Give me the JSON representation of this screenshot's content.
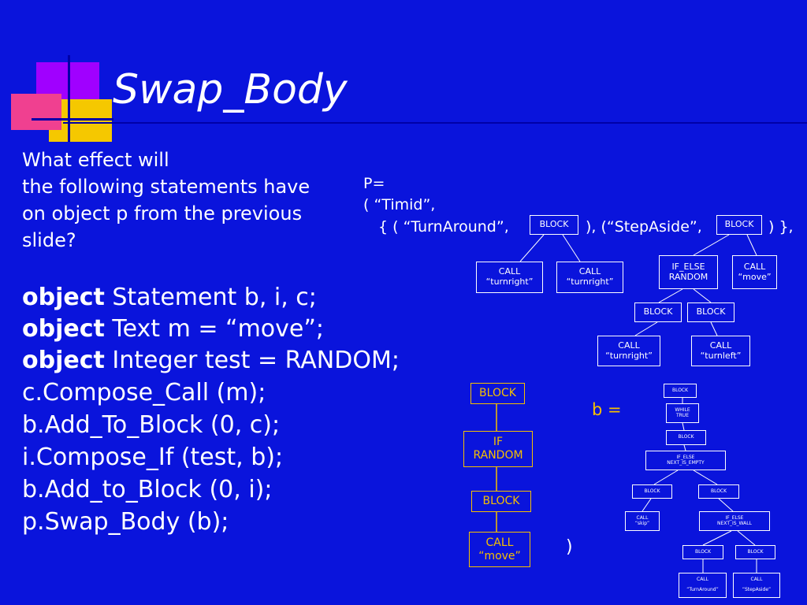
{
  "slide": {
    "title": "Swap_Body",
    "question": "What effect will\nthe following statements have\non object p from the previous\nslide?",
    "code": [
      {
        "kw": "object",
        "text": " Statement b, i, c;"
      },
      {
        "kw": "object",
        "text": " Text m = “move”;"
      },
      {
        "kw": "object",
        "text": " Integer test = RANDOM;"
      },
      {
        "kw": "",
        "text": "c.Compose_Call (m);"
      },
      {
        "kw": "",
        "text": "b.Add_To_Block (0, c);"
      },
      {
        "kw": "",
        "text": "i.Compose_If (test, b);"
      },
      {
        "kw": "",
        "text": "b.Add_to_Block (0, i);"
      },
      {
        "kw": "",
        "text": "p.Swap_Body (b);"
      }
    ]
  },
  "p_tree": {
    "line1": "P=",
    "line2": "( “Timid”,",
    "line3a": "{ ( “TurnAround”,",
    "line3b": "), (“StepAside”,",
    "line3c": ") },",
    "block_a": "BLOCK",
    "block_b": "BLOCK",
    "call_tr1": "CALL\n“turnright”",
    "call_tr2": "CALL\n“turnright”",
    "if_else": "IF_ELSE\nRANDOM",
    "call_move": "CALL\n“move”",
    "block_c": "BLOCK",
    "block_d": "BLOCK",
    "call_tr3": "CALL\n“turnright”",
    "call_tl": "CALL\n“turnleft”"
  },
  "c_tree": {
    "block1": "BLOCK",
    "if_random": "IF\nRANDOM",
    "block2": "BLOCK",
    "call_move": "CALL\n“move”"
  },
  "b_tree": {
    "label": "b =",
    "close_paren": ")",
    "block1": "BLOCK",
    "while_true": "WHILE\nTRUE",
    "block2": "BLOCK",
    "if_else_empty": "IF_ELSE\nNEXT_IS_EMPTY",
    "block3": "BLOCK",
    "block4": "BLOCK",
    "call_skip": "CALL\n“skip”",
    "if_else_wall": "IF_ELSE\nNEXT_IS_WALL",
    "block5": "BLOCK",
    "block6": "BLOCK",
    "call_turnaround": "CALL\n\n“TurnAround”",
    "call_stepaside": "CALL\n\n“StepAside”"
  },
  "colors": {
    "background": "#0a14dc",
    "text": "#ffffff",
    "yellow": "#f5c000",
    "deco_purple": "#a000ff",
    "deco_pink": "#f04090",
    "deco_yellow": "#f5c800"
  }
}
